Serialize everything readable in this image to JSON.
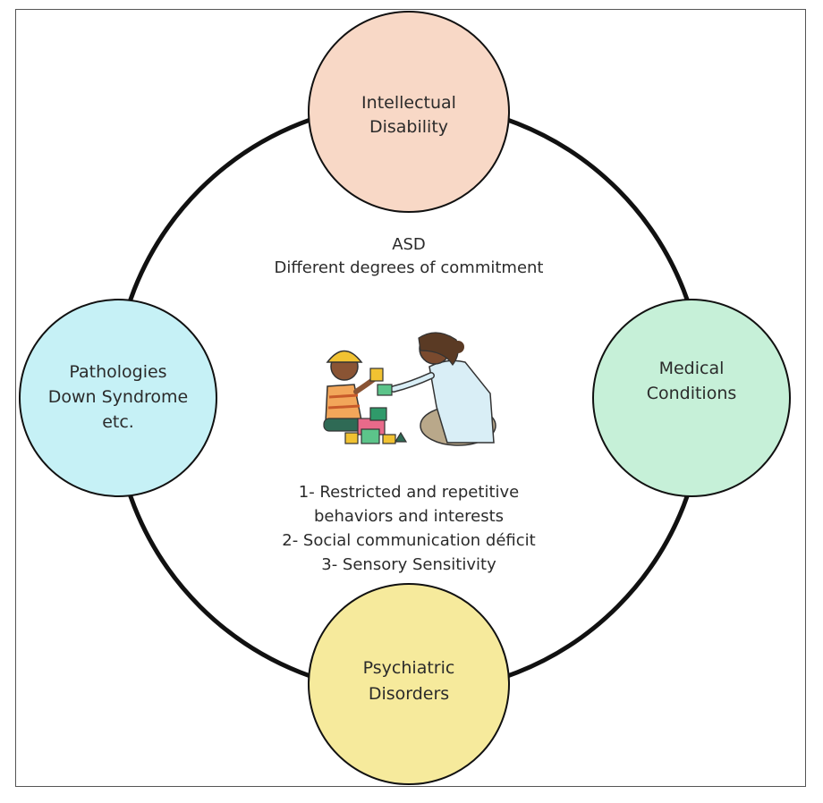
{
  "diagram": {
    "center": {
      "title": "ASD",
      "subtitle": "Different degrees of commitment",
      "characteristics": [
        "1- Restricted and repetitive",
        "behaviors and interests",
        "2- Social communication déficit",
        "3- Sensory Sensitivity"
      ]
    },
    "nodes": [
      {
        "id": "intellectual-disability",
        "lines": [
          "Intellectual",
          "Disability"
        ],
        "fill": "#f8d8c6"
      },
      {
        "id": "medical-conditions",
        "lines": [
          "Medical",
          "Conditions"
        ],
        "fill": "#c6f0d8"
      },
      {
        "id": "psychiatric-disorders",
        "lines": [
          "Psychiatric",
          "Disorders"
        ],
        "fill": "#f6ea9c"
      },
      {
        "id": "pathologies",
        "lines": [
          "Pathologies",
          "Down Syndrome",
          "etc."
        ],
        "fill": "#c6f1f6"
      }
    ],
    "colors": {
      "ring": "#111111",
      "node_stroke": "#111111",
      "frame": "#555555",
      "text": "#2b2b2b"
    }
  }
}
